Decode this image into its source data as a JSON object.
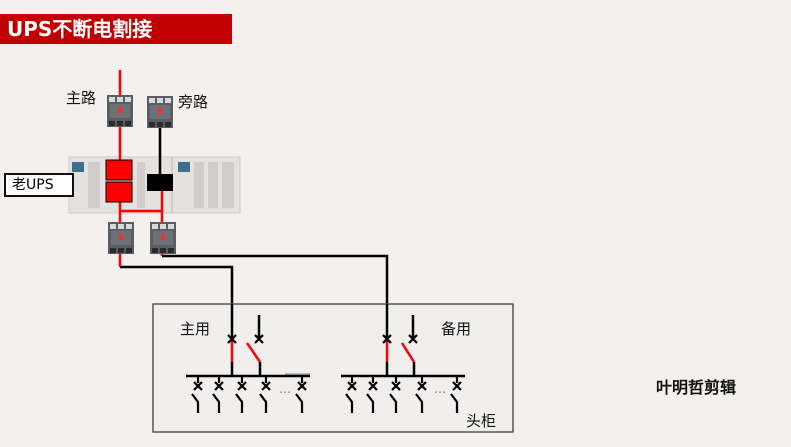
{
  "title": "UPS不断电割接",
  "labels": {
    "main_path": "主路",
    "bypass_path": "旁路",
    "old_ups": "老UPS",
    "main_use": "主用",
    "standby_use": "备用",
    "head_cabinet": "头柜",
    "ellipsis": "…",
    "credit": "叶明哲剪辑"
  },
  "colors": {
    "accent": "#c00000",
    "live_line": "#ff0000",
    "line": "#000000"
  }
}
